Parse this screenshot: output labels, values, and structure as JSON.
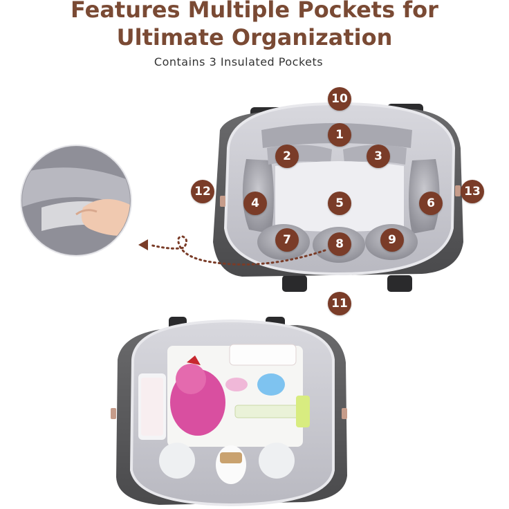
{
  "heading": {
    "line1": "Features Multiple Pockets for",
    "line2": "Ultimate Organization",
    "subtitle": "Contains 3 Insulated Pockets"
  },
  "badges": [
    "1",
    "2",
    "3",
    "4",
    "5",
    "6",
    "7",
    "8",
    "9",
    "10",
    "11",
    "12",
    "13"
  ],
  "colors": {
    "heading": "#7a4a34",
    "badge": "#7a3c28",
    "bag_fabric": "#5b5b5d",
    "lining": "#c9c9cf",
    "dotted_arrow": "#7a3c28"
  }
}
